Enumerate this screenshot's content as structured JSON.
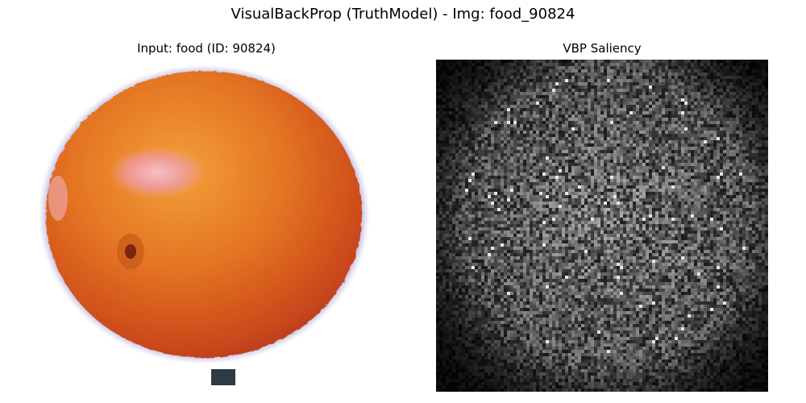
{
  "figure": {
    "suptitle": "VisualBackProp (TruthModel) - Img: food_90824"
  },
  "panels": {
    "input": {
      "title": "Input: food (ID: 90824)",
      "subject": "orange fruit on white background"
    },
    "saliency": {
      "title": "VBP Saliency",
      "colormap": "grayscale"
    }
  },
  "colors": {
    "background": "#ffffff",
    "orange_light": "#f3a03a",
    "orange_mid": "#e06a1c",
    "orange_dark": "#b9381a",
    "highlight": "#f1a6b4",
    "saliency_bg": "#0a0a0a"
  }
}
